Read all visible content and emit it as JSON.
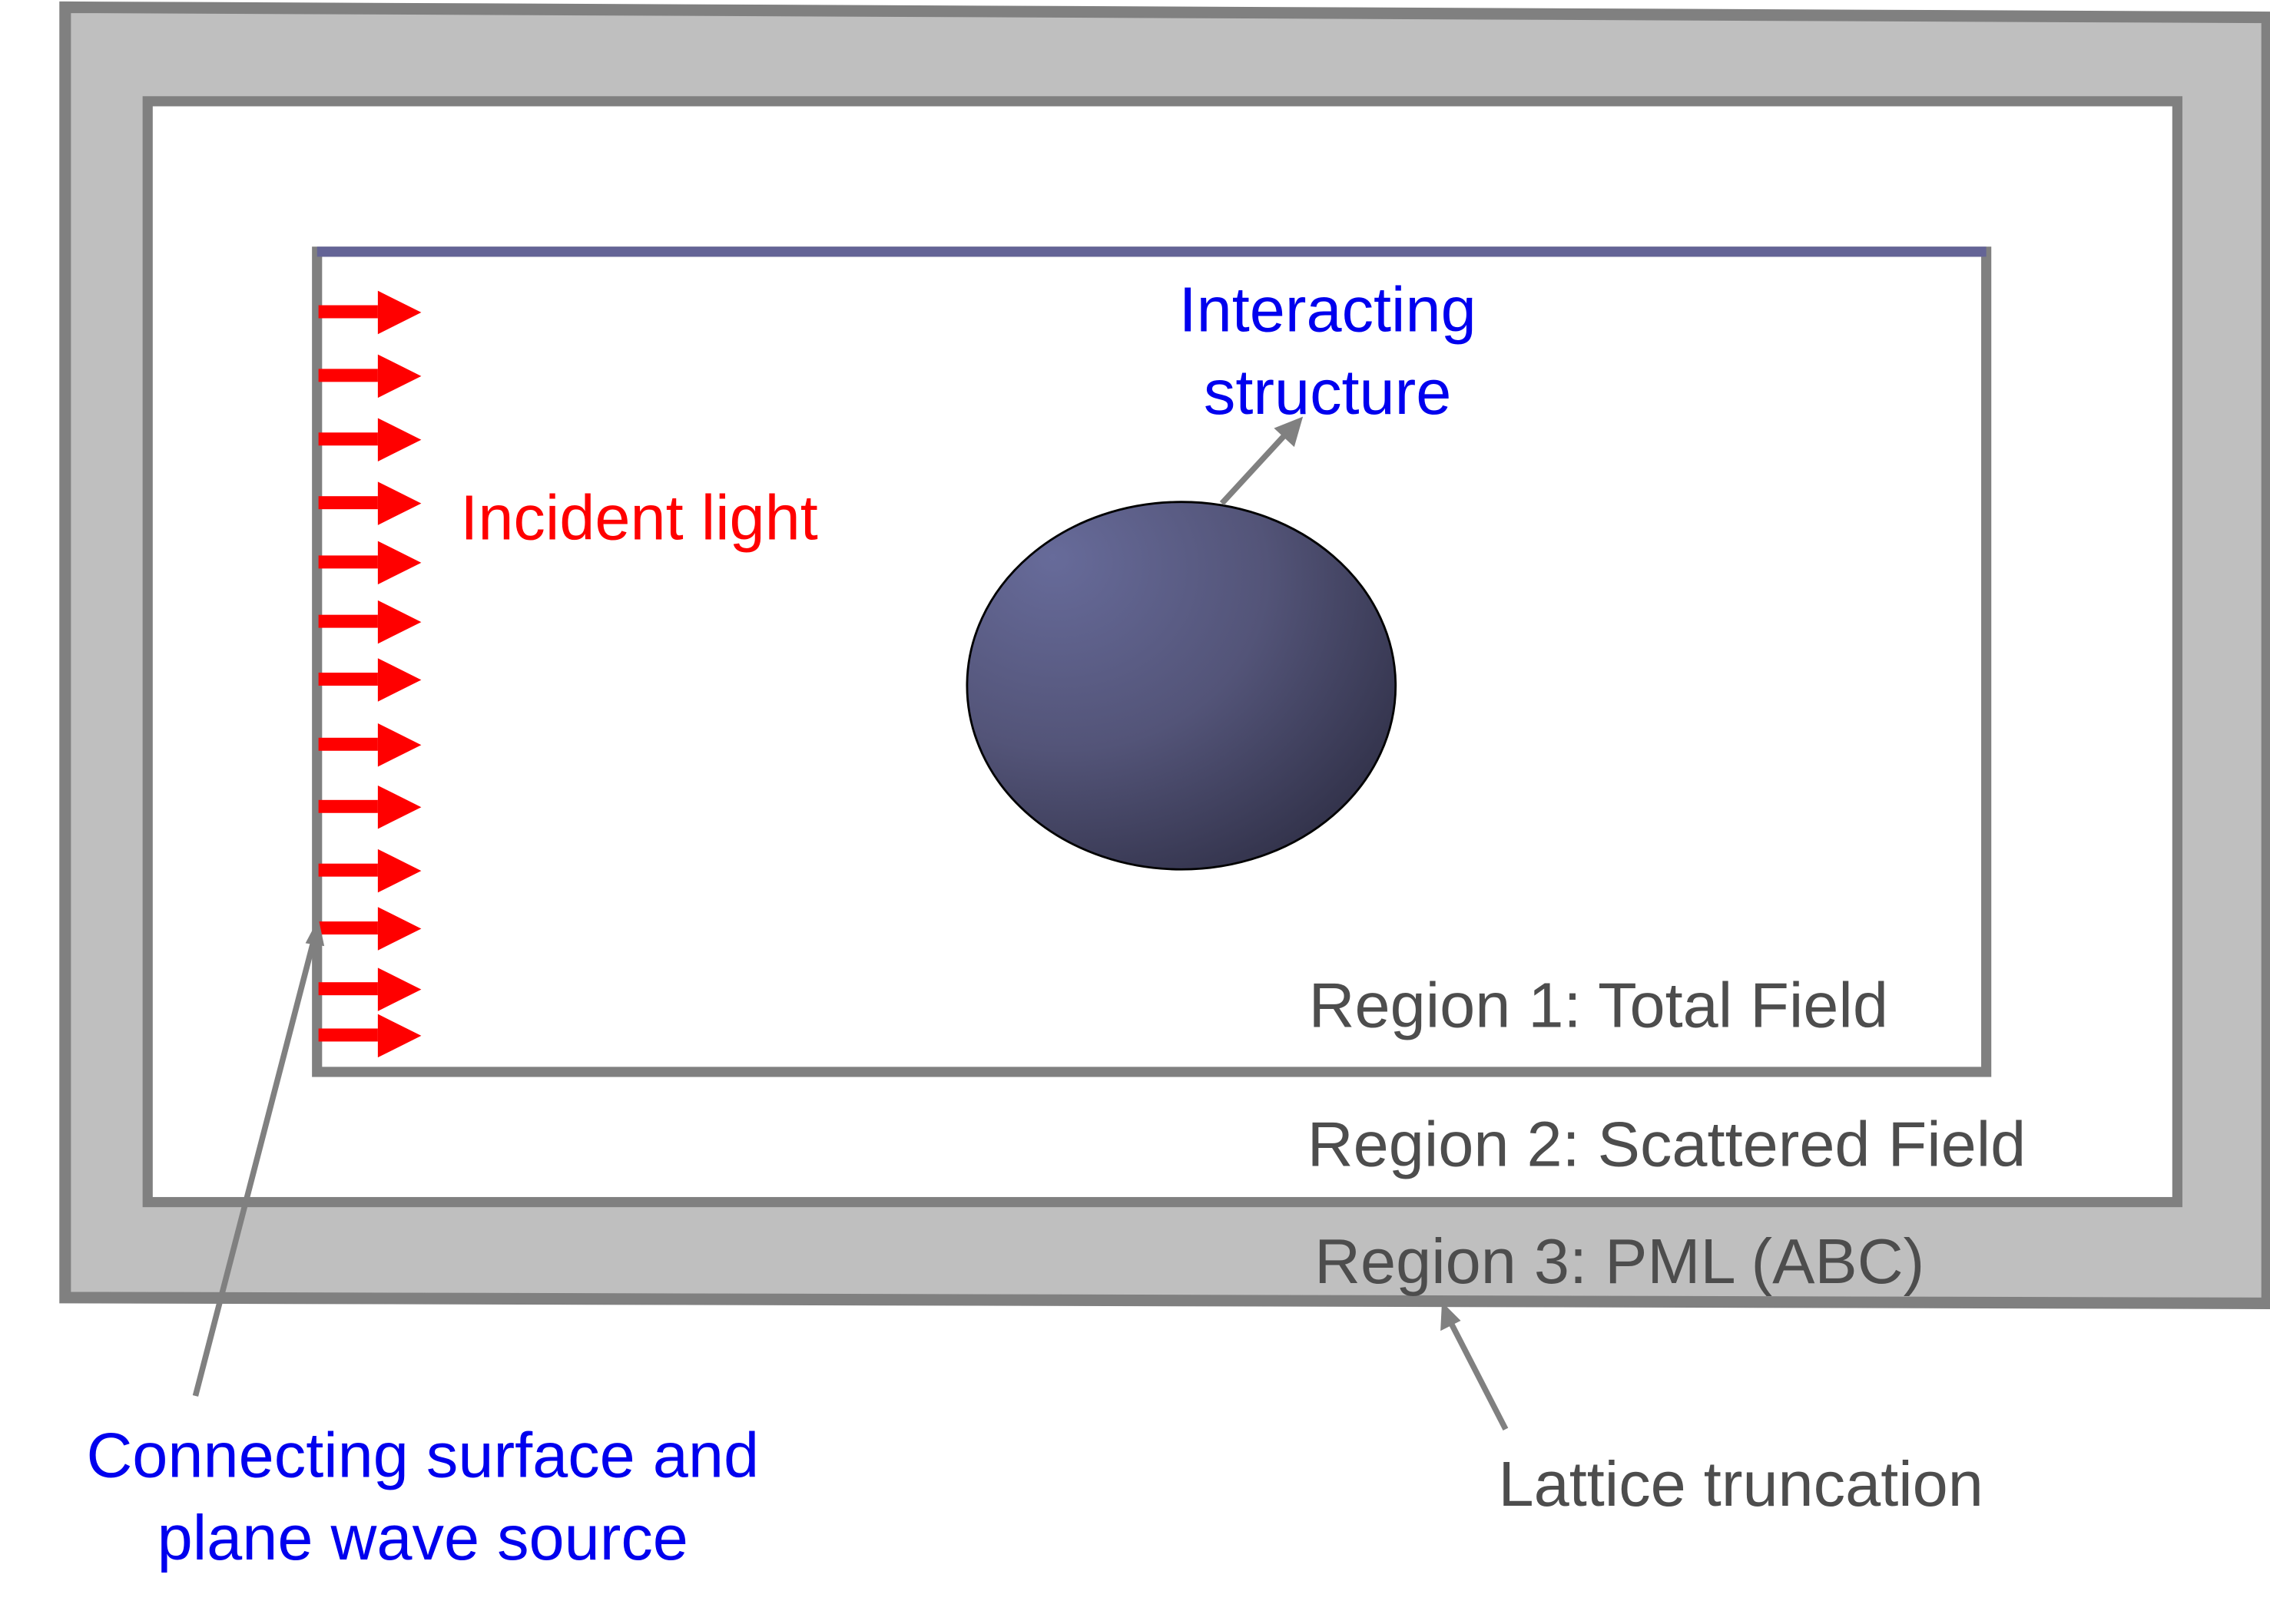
{
  "diagram": {
    "title": "FDTD simulation domain: total-field / scattered-field regions",
    "regions": [
      {
        "id": "region1",
        "label": "Region 1: Total Field",
        "fill": "#ffffff",
        "border": "#808080"
      },
      {
        "id": "region2",
        "label": "Region 2: Scattered Field",
        "fill": "#ffffff",
        "border": "#808080"
      },
      {
        "id": "region3",
        "label": "Region 3: PML (ABC)",
        "fill": "#bfbfbf",
        "border": "#808080"
      }
    ],
    "labels": {
      "incident_light": "Incident light",
      "interacting_line1": "Interacting",
      "interacting_line2": "structure",
      "connecting_line1": "Connecting surface and",
      "connecting_line2": "plane wave source",
      "lattice_truncation": "Lattice truncation"
    },
    "colors": {
      "incident": "#ff0000",
      "annotation_blue": "#0000ee",
      "region_text": "#4d4d4d",
      "pointer": "#808080",
      "total_field_top": "#646496",
      "structure_light": "#666a98",
      "structure_dark": "#2e2e46"
    },
    "incident_arrow_count": 13,
    "structure_shape": "ellipse"
  }
}
